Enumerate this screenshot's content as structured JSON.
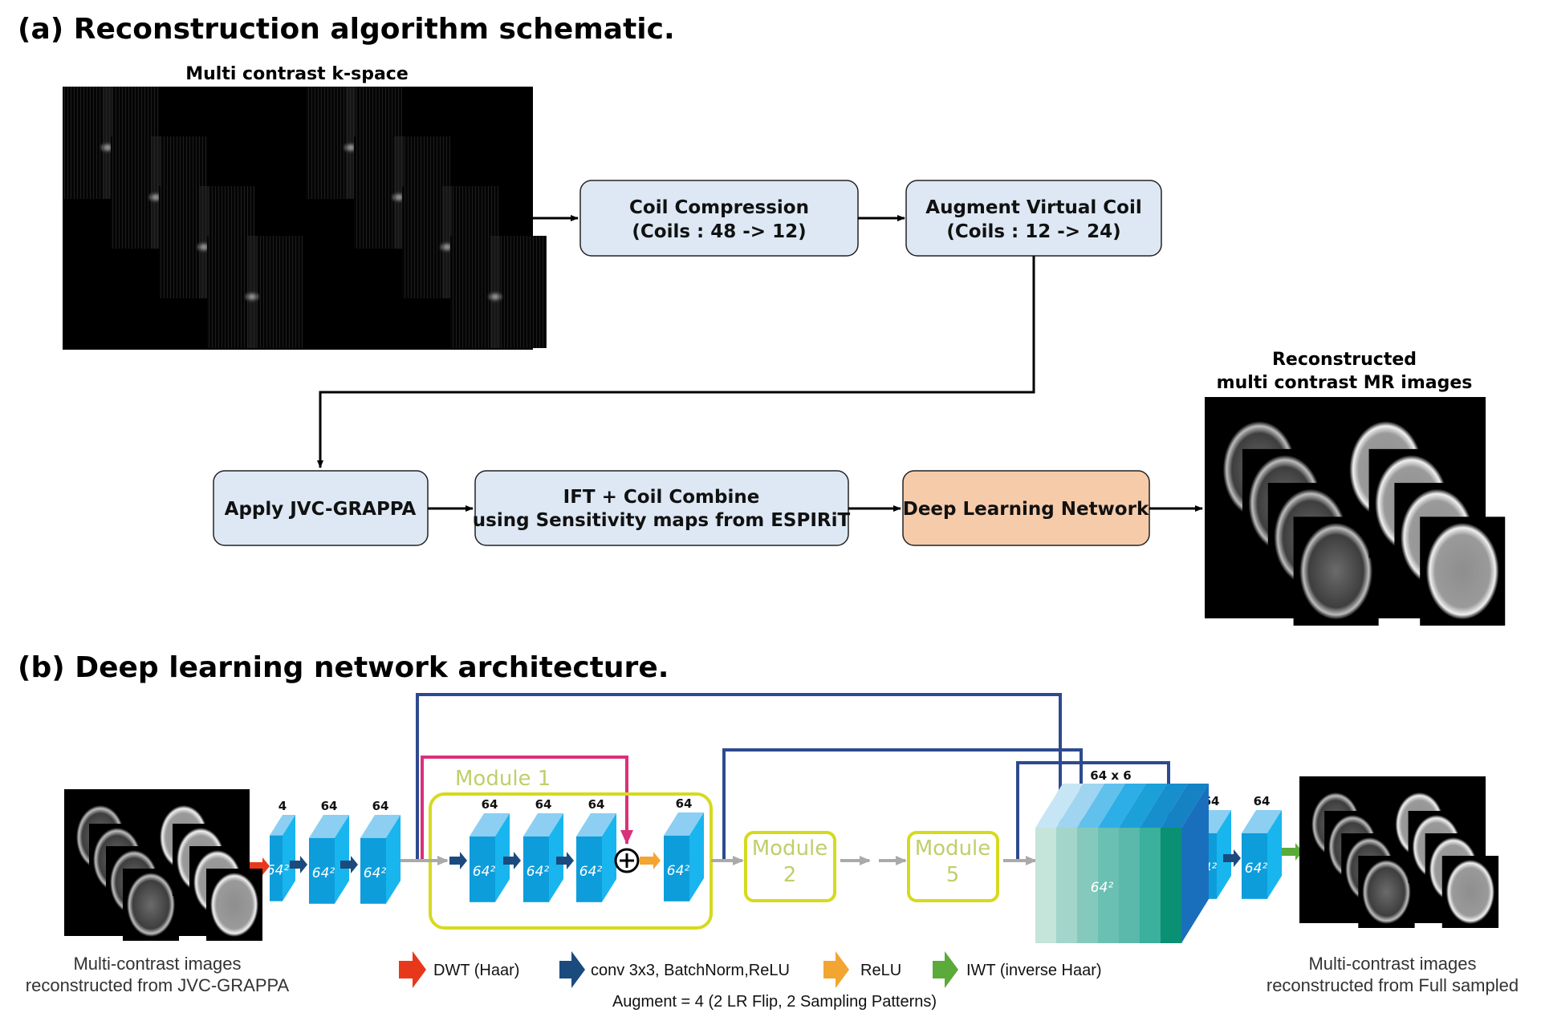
{
  "section_a": {
    "title": "(a) Reconstruction algorithm schematic.",
    "kspace_label": "Multi contrast k-space",
    "boxes": {
      "coil_compression": [
        "Coil Compression",
        "(Coils : 48 -> 12)"
      ],
      "augment_virtual_coil": [
        "Augment Virtual Coil",
        "(Coils : 12 -> 24)"
      ],
      "apply_jvc": [
        "Apply JVC-GRAPPA"
      ],
      "ift_combine": [
        "IFT + Coil Combine",
        "using Sensitivity maps from ESPIRiT"
      ],
      "deep_learning": [
        "Deep Learning Network"
      ]
    },
    "output_label": [
      "Reconstructed",
      "multi contrast MR images"
    ],
    "colors": {
      "box_fill": "#dde8f4",
      "dl_fill": "#f6cbaa"
    }
  },
  "section_b": {
    "title": "(b) Deep learning network architecture.",
    "module1_label": "Module 1",
    "module2_label": [
      "Module",
      "2"
    ],
    "module5_label": [
      "Module",
      "5"
    ],
    "channels": {
      "input": "4",
      "c1": "64",
      "c2": "64",
      "m1": [
        "64",
        "64",
        "64"
      ],
      "m1_out": "64",
      "concat": "64 x 6",
      "o1": "64",
      "o2": "64"
    },
    "spatial_size": "64²",
    "input_caption": [
      "Multi-contrast images",
      "reconstructed from JVC-GRAPPA"
    ],
    "output_caption": [
      "Multi-contrast images",
      "reconstructed from Full sampled"
    ],
    "legend": [
      {
        "icon": "red-arrow-icon",
        "label": "DWT (Haar)",
        "color": "#e8381c"
      },
      {
        "icon": "dark-blue-arrow-icon",
        "label": "conv 3x3, BatchNorm,ReLU",
        "color": "#1b4a7e"
      },
      {
        "icon": "orange-arrow-icon",
        "label": "ReLU",
        "color": "#f2a531"
      },
      {
        "icon": "green-arrow-icon",
        "label": "IWT (inverse Haar)",
        "color": "#5aab3a"
      }
    ],
    "augment_note": "Augment = 4 (2 LR Flip, 2 Sampling Patterns)",
    "colors": {
      "skip_line": "#2e4a8f",
      "residual_line": "#d9307a",
      "module_border": "#d6da1e",
      "block_front": "#0d9ddb",
      "block_side": "#18b5ee",
      "block_top": "#8ccff3",
      "flow_arrow": "#aaaaaa"
    }
  }
}
